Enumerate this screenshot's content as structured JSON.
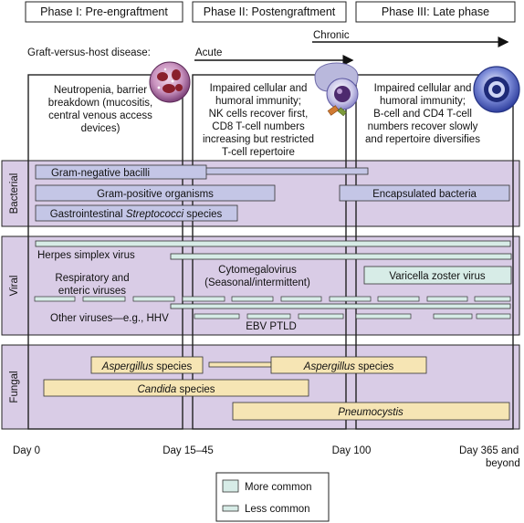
{
  "phases": [
    "Phase I: Pre-engraftment",
    "Phase II: Postengraftment",
    "Phase III: Late phase"
  ],
  "gvhd": {
    "label": "Graft-versus-host disease:",
    "acute": "Acute",
    "chronic": "Chronic"
  },
  "descriptions": {
    "phase1": [
      "Neutropenia, barrier",
      "breakdown (mucositis,",
      "central venous access",
      "devices)"
    ],
    "phase2": [
      "Impaired cellular and",
      "humoral immunity;",
      "NK cells recover first,",
      "CD8 T-cell numbers",
      "increasing but restricted",
      "T-cell repertoire"
    ],
    "phase3": [
      "Impaired cellular and",
      "humoral immunity;",
      "B-cell and CD4 T-cell",
      "numbers recover slowly",
      "and repertoire diversifies"
    ]
  },
  "sections": {
    "bacterial": "Bacterial",
    "viral": "Viral",
    "fungal": "Fungal"
  },
  "bacterial": {
    "gram_negative": "Gram-negative bacilli",
    "gram_positive": "Gram-positive organisms",
    "encapsulated": "Encapsulated bacteria",
    "gi_strep_prefix": "Gastrointestinal ",
    "gi_strep_italic": "Streptococci",
    "gi_strep_suffix": " species"
  },
  "viral": {
    "hsv": "Herpes simplex virus",
    "cmv": [
      "Cytomegalovirus",
      "(Seasonal/intermittent)"
    ],
    "vzv": "Varicella zoster virus",
    "respiratory": [
      "Respiratory and",
      "enteric viruses"
    ],
    "other": "Other viruses—e.g., HHV",
    "ebv": "EBV PTLD"
  },
  "fungal": {
    "aspergillus": "Aspergillus",
    "species": " species",
    "candida": "Candida",
    "pneumocystis": "Pneumocystis"
  },
  "timeline": {
    "day0": "Day 0",
    "day15": "Day 15–45",
    "day100": "Day 100",
    "day365": [
      "Day 365 and",
      "beyond"
    ]
  },
  "legend": {
    "more": "More common",
    "less": "Less common"
  },
  "colors": {
    "band": "#d9cce6",
    "bacterial_bar": "#c4c6e6",
    "viral_bar": "#d7ece7",
    "fungal_bar": "#f6e5b4",
    "line": "#222222"
  }
}
